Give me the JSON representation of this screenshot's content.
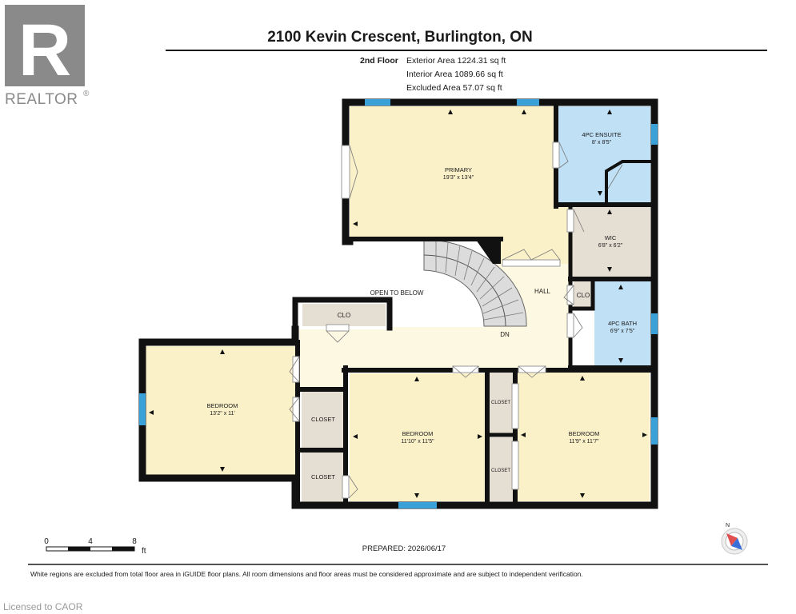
{
  "logo": {
    "brand": "REALTOR",
    "mark": "®",
    "monogram": "R"
  },
  "header": {
    "title": "2100 Kevin Crescent, Burlington, ON"
  },
  "areas": {
    "floor": "2nd Floor",
    "exterior": "Exterior Area 1224.31 sq ft",
    "interior": "Interior Area 1089.66 sq ft",
    "excluded": "Excluded Area 57.07 sq ft"
  },
  "rooms": {
    "primary": {
      "name": "PRIMARY",
      "dim": "19'3\" x 13'4\""
    },
    "ensuite": {
      "name": "4PC ENSUITE",
      "dim": "8' x 8'5\""
    },
    "wic": {
      "name": "WIC",
      "dim": "6'8\" x 6'2\""
    },
    "open": {
      "name": "OPEN TO BELOW"
    },
    "hall": {
      "name": "HALL"
    },
    "clo_hall": {
      "name": "CLO"
    },
    "clo_right": {
      "name": "CLO"
    },
    "bath": {
      "name": "4PC BATH",
      "dim": "6'9\" x 7'5\""
    },
    "dn": {
      "name": "DN"
    },
    "bed_left": {
      "name": "BEDROOM",
      "dim": "13'2\" x 11'"
    },
    "closet_a": {
      "name": "CLOSET"
    },
    "closet_b": {
      "name": "CLOSET"
    },
    "bed_mid": {
      "name": "BEDROOM",
      "dim": "11'10\" x 11'5\""
    },
    "closet_c": {
      "name": "CLOSET"
    },
    "closet_d": {
      "name": "CLOSET"
    },
    "bed_right": {
      "name": "BEDROOM",
      "dim": "11'9\" x 11'7\""
    }
  },
  "scale": {
    "t0": "0",
    "t4": "4",
    "t8": "8",
    "unit": "ft"
  },
  "prepared": "PREPARED: 2026/06/17",
  "compass": {
    "label": "N"
  },
  "footer": {
    "note": "White regions are excluded from total floor area in iGUIDE floor plans. All room dimensions and floor areas must be considered approximate and are subject to independent verification.",
    "licensed": "Licensed to CAOR"
  },
  "colors": {
    "beige": "#fbf1c9",
    "hall": "#fdf8e1",
    "blue": "#bfe0f5",
    "taupe": "#e5ded3",
    "wall": "#111111",
    "window": "#3aa0d8"
  }
}
